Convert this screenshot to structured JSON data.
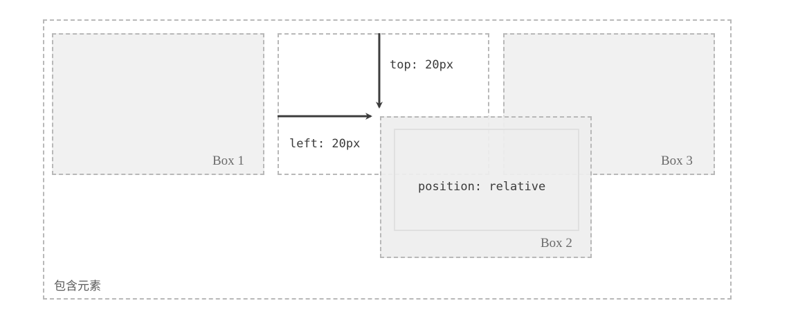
{
  "diagram": {
    "container_label": "包含元素",
    "box1_label": "Box 1",
    "box2_label": "Box 2",
    "box3_label": "Box 3",
    "box2_text": "position: relative",
    "top_offset_label": "top: 20px",
    "left_offset_label": "left: 20px"
  },
  "colors": {
    "border": "#b8b8b8",
    "box_fill": "#f1f1f1",
    "arrow": "#3c3c3c"
  }
}
